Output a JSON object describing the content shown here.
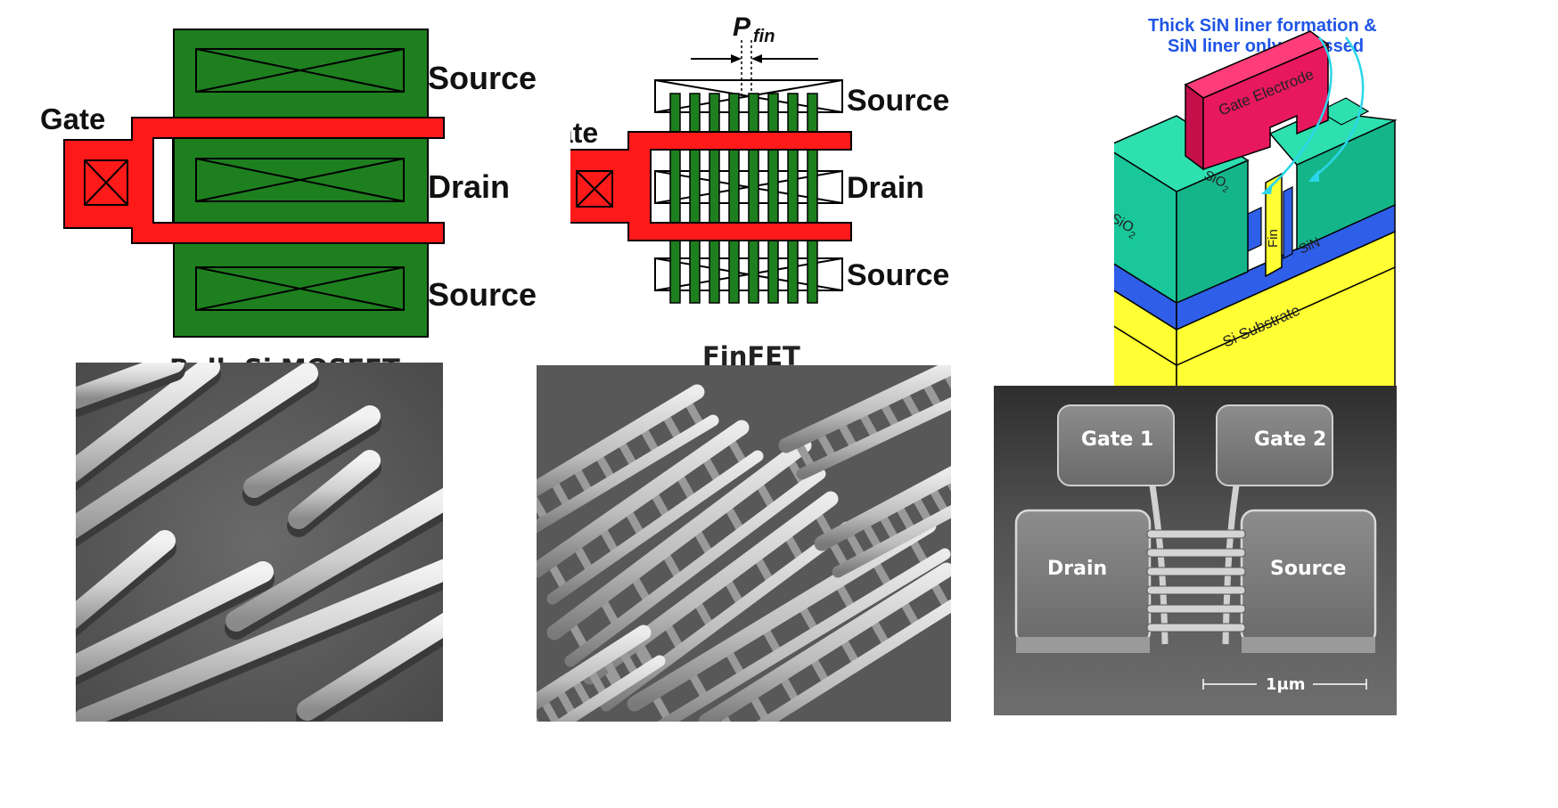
{
  "mosfet": {
    "source_top": "Source",
    "gate": "Gate",
    "drain": "Drain",
    "source_bottom": "Source",
    "caption": "Bulk-Si MOSFET"
  },
  "finfet": {
    "pitch_symbol": "P",
    "pitch_subscript": "fin",
    "source_top": "Source",
    "gate": "Gate",
    "drain": "Drain",
    "source_bottom": "Source",
    "caption": "FinFET"
  },
  "cross_section": {
    "note_line1": "Thick SiN liner formation &",
    "note_line2": "SiN liner only recessed",
    "gate_electrode": "Gate Electrode",
    "sio2_main": "SiO",
    "sio2_main_sub": "2",
    "sio2_inner": "SiO",
    "sio2_inner_sub": "2",
    "fin": "Fin",
    "sin": "SiN",
    "substrate": "Si Substrate"
  },
  "nanowire": {
    "gate1": "Gate 1",
    "gate2": "Gate 2",
    "drain": "Drain",
    "source": "Source",
    "scale": "1μm"
  },
  "colors": {
    "active_green": "#1e7f1e",
    "gate_red": "#ff1a1a",
    "oxide_teal": "#19c79a",
    "liner_blue": "#2f5ee8",
    "substrate_yellow": "#ffff33",
    "gate_magenta": "#e8185f",
    "note_blue": "#1f55e6"
  }
}
